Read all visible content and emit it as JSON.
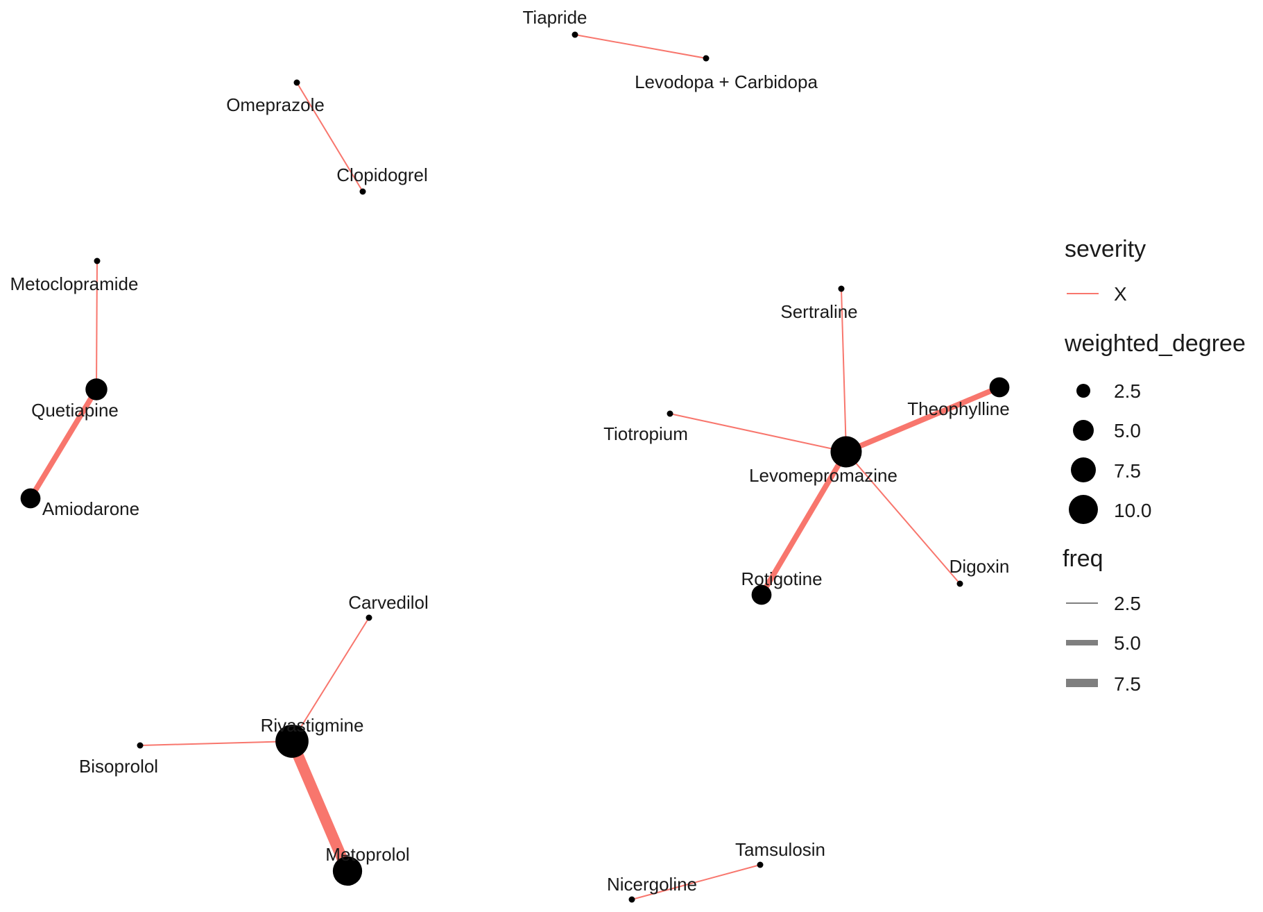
{
  "network": {
    "nodes": [
      {
        "id": "Tiapride",
        "label": "Tiapride",
        "weighted_degree": 1
      },
      {
        "id": "Levodopa + Carbidopa",
        "label": "Levodopa + Carbidopa",
        "weighted_degree": 1
      },
      {
        "id": "Omeprazole",
        "label": "Omeprazole",
        "weighted_degree": 1
      },
      {
        "id": "Clopidogrel",
        "label": "Clopidogrel",
        "weighted_degree": 1
      },
      {
        "id": "Metoclopramide",
        "label": "Metoclopramide",
        "weighted_degree": 1
      },
      {
        "id": "Quetiapine",
        "label": "Quetiapine",
        "weighted_degree": 5
      },
      {
        "id": "Amiodarone",
        "label": "Amiodarone",
        "weighted_degree": 4
      },
      {
        "id": "Sertraline",
        "label": "Sertraline",
        "weighted_degree": 1
      },
      {
        "id": "Theophylline",
        "label": "Theophylline",
        "weighted_degree": 4
      },
      {
        "id": "Tiotropium",
        "label": "Tiotropium",
        "weighted_degree": 1
      },
      {
        "id": "Levomepromazine",
        "label": "Levomepromazine",
        "weighted_degree": 10
      },
      {
        "id": "Rotigotine",
        "label": "Rotigotine",
        "weighted_degree": 4
      },
      {
        "id": "Digoxin",
        "label": "Digoxin",
        "weighted_degree": 1
      },
      {
        "id": "Carvedilol",
        "label": "Carvedilol",
        "weighted_degree": 1
      },
      {
        "id": "Rivastigmine",
        "label": "Rivastigmine",
        "weighted_degree": 11
      },
      {
        "id": "Bisoprolol",
        "label": "Bisoprolol",
        "weighted_degree": 1
      },
      {
        "id": "Metoprolol",
        "label": "Metoprolol",
        "weighted_degree": 9
      },
      {
        "id": "Tamsulosin",
        "label": "Tamsulosin",
        "weighted_degree": 1
      },
      {
        "id": "Nicergoline",
        "label": "Nicergoline",
        "weighted_degree": 1
      }
    ],
    "edges": [
      {
        "source": "Tiapride",
        "target": "Levodopa + Carbidopa",
        "freq": 1,
        "severity": "X"
      },
      {
        "source": "Omeprazole",
        "target": "Clopidogrel",
        "freq": 1,
        "severity": "X"
      },
      {
        "source": "Metoclopramide",
        "target": "Quetiapine",
        "freq": 1,
        "severity": "X"
      },
      {
        "source": "Quetiapine",
        "target": "Amiodarone",
        "freq": 4,
        "severity": "X"
      },
      {
        "source": "Sertraline",
        "target": "Levomepromazine",
        "freq": 1,
        "severity": "X"
      },
      {
        "source": "Theophylline",
        "target": "Levomepromazine",
        "freq": 4,
        "severity": "X"
      },
      {
        "source": "Tiotropium",
        "target": "Levomepromazine",
        "freq": 1,
        "severity": "X"
      },
      {
        "source": "Levomepromazine",
        "target": "Rotigotine",
        "freq": 4,
        "severity": "X"
      },
      {
        "source": "Levomepromazine",
        "target": "Digoxin",
        "freq": 1,
        "severity": "X"
      },
      {
        "source": "Carvedilol",
        "target": "Rivastigmine",
        "freq": 1,
        "severity": "X"
      },
      {
        "source": "Bisoprolol",
        "target": "Rivastigmine",
        "freq": 1,
        "severity": "X"
      },
      {
        "source": "Rivastigmine",
        "target": "Metoprolol",
        "freq": 9,
        "severity": "X"
      },
      {
        "source": "Nicergoline",
        "target": "Tamsulosin",
        "freq": 1,
        "severity": "X"
      }
    ]
  },
  "legend": {
    "severity": {
      "title": "severity",
      "items": [
        {
          "label": "X",
          "color": "#f8766d"
        }
      ]
    },
    "weighted_degree": {
      "title": "weighted_degree",
      "items": [
        "2.5",
        "5.0",
        "7.5",
        "10.0"
      ],
      "values": [
        2.5,
        5.0,
        7.5,
        10.0
      ]
    },
    "freq": {
      "title": "freq",
      "items": [
        "2.5",
        "5.0",
        "7.5"
      ],
      "values": [
        2.5,
        5.0,
        7.5
      ]
    }
  },
  "colors": {
    "edge": "#f8766d",
    "node": "#000000",
    "freq_legend": "#7f7f7f"
  }
}
